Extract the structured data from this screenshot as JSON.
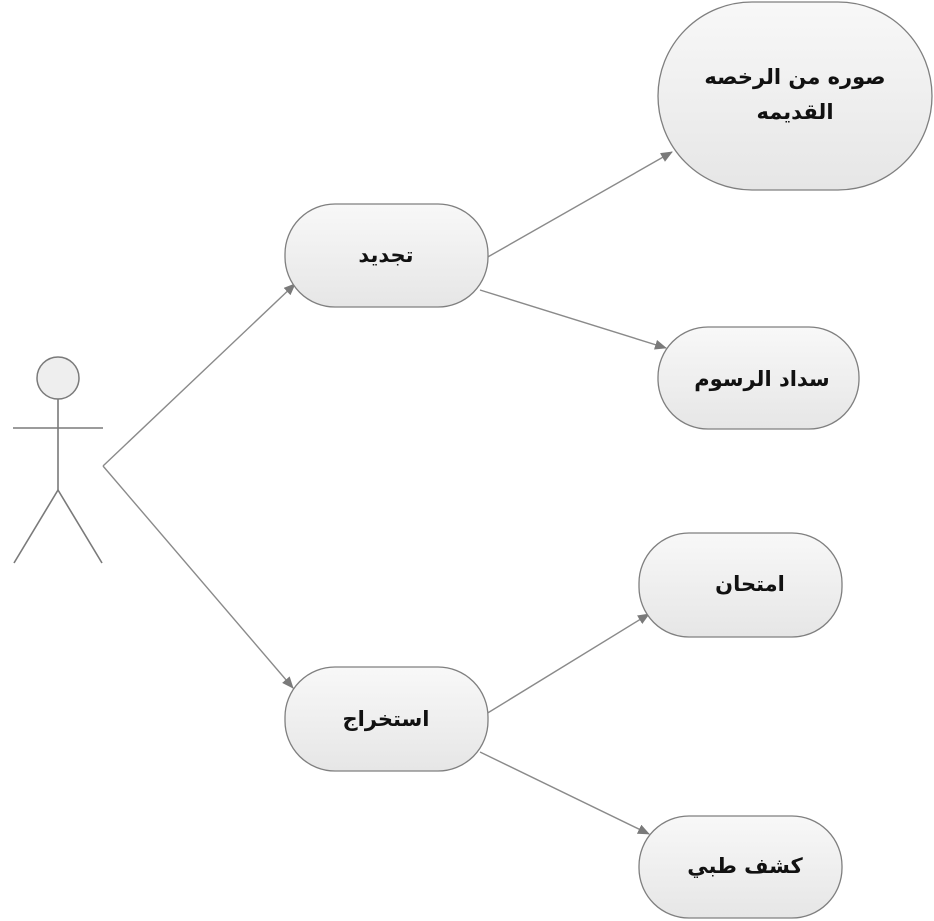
{
  "diagram": {
    "nodes": {
      "renew": "تجديد",
      "issue": "استخراج",
      "old_license_copy_line1": "صوره من الرخصه",
      "old_license_copy_line2": "القديمه",
      "pay_fees": "سداد الرسوم",
      "exam": "امتحان",
      "medical_check": "كشف طبي"
    }
  }
}
